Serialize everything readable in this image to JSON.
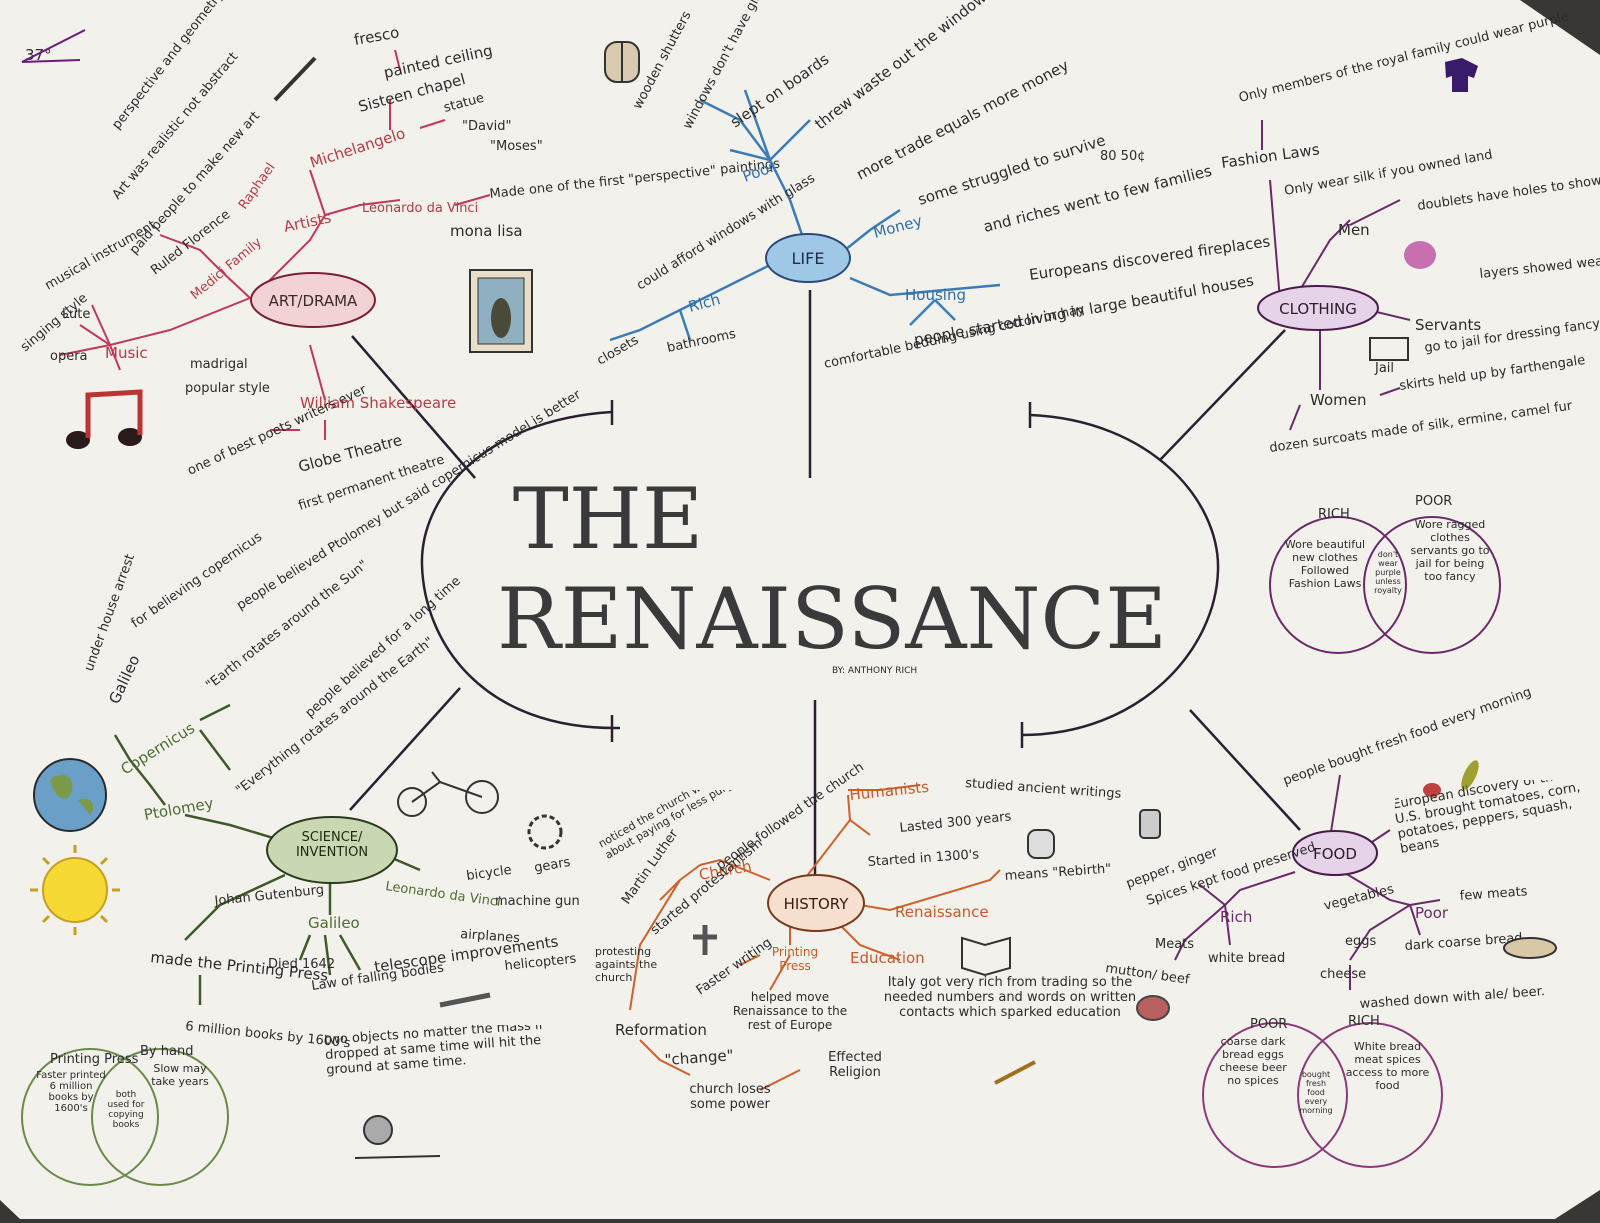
{
  "title": {
    "line1": "THE",
    "line2": "RENAISSANCE",
    "byline": "BY: ANTHONY RICH"
  },
  "art": {
    "hub": "ART/DRAMA",
    "music": "Music",
    "singing": "singing style",
    "lute": "Lute",
    "opera": "opera",
    "musical_instrument": "musical instrument",
    "madrigal": "madrigal",
    "popular_style": "popular style",
    "medici": "Medici Family",
    "ruled_florence": "Ruled Florence",
    "paid_people": "paid people to make new art",
    "art_realistic": "Art was realistic not abstract",
    "perspective": "perspective and geometry made art realistic",
    "artists": "Artists",
    "raphael": "Raphael",
    "michelangelo": "Michelangelo",
    "sisteen": "Sisteen chapel",
    "ceiling": "painted ceiling",
    "fresco": "fresco",
    "statue": "statue",
    "david": "\"David\"",
    "moses": "\"Moses\"",
    "leonardo": "Leonardo da Vinci",
    "made_one": "Made one of the first \"perspective\" paintings",
    "mona_lisa": "mona lisa",
    "shakespeare": "William Shakespeare",
    "best_poets": "one of best poets writers ever",
    "globe": "Globe Theatre",
    "first_permanent": "first permanent theatre",
    "angle": "37°"
  },
  "life": {
    "hub": "LIFE",
    "poor": "Poor",
    "wooden_shutters": "wooden shutters",
    "windows_no_glass": "windows don't have glass",
    "slept_boards": "slept on boards",
    "threw_waste": "threw waste out the window",
    "money": "Money",
    "trade_equals": "more trade equals more money",
    "struggled": "some struggled to survive",
    "riches": "and riches went to few families",
    "rich": "Rich",
    "afford_windows": "could afford windows with glass",
    "closets": "closets",
    "bathrooms": "bathrooms",
    "housing": "Housing",
    "fireplaces": "Europeans discovered fireplaces",
    "bedding": "comfortable bedding using cotton or hay",
    "large_houses": "people started living in large beautiful houses",
    "sign": "80 50¢"
  },
  "clothing": {
    "hub": "CLOTHING",
    "fashion_laws": "Fashion Laws",
    "royal": "Only members of the royal family could wear purple",
    "silk": "Only wear silk if you owned land",
    "men": "Men",
    "doublets": "doublets have holes to show layers",
    "layers": "layers showed wealth",
    "servants": "Servants",
    "jail": "go to jail for dressing fancy",
    "jail_label": "Jail",
    "women": "Women",
    "skirts": "skirts held up by farthengale",
    "surcoats": "dozen surcoats made of silk, ermine, camel fur",
    "venn": {
      "rich_title": "RICH",
      "poor_title": "POOR",
      "rich": "Wore beautiful new clothes Followed Fashion Laws",
      "overlap": "don't wear purple unless royalty",
      "poor": "Wore ragged clothes servants go to jail for being too fancy"
    }
  },
  "science": {
    "hub": "SCIENCE/ INVENTION",
    "ptolomey": "Ptolomey",
    "copernicus": "Copernicus",
    "galileo_top": "Galileo",
    "house_arrest": "under house arrest",
    "for_believing": "for believing copernicus",
    "earth_rotates": "\"Earth rotates around the Sun\"",
    "people_believed_ptolomey": "people believed Ptolomey but said copernicus model is better",
    "people_believed_long": "people believed for a long time",
    "everything_rotates": "\"Everything rotates around the Earth\"",
    "gutenberg": "Johan Gutenburg",
    "printing_press": "made the Printing Press",
    "million_books": "6 million books by 1600's",
    "galileo": "Galileo",
    "died": "Died 1642",
    "law_falling": "Law of falling bodies",
    "telescope": "telescope improvements",
    "two_objects": "two objects no matter the mass if dropped at same time will hit the ground at same time.",
    "leonardo": "Leonardo da Vinci",
    "bicycle": "bicycle",
    "gears": "gears",
    "machine_gun": "machine gun",
    "airplanes": "airplanes",
    "helicopters": "helicopters",
    "venn": {
      "left_title": "Printing Press",
      "right_title": "By hand",
      "left": "Faster printed 6 million books by 1600's",
      "overlap": "both used for copying books",
      "right": "Slow may take years"
    }
  },
  "history": {
    "hub": "HISTORY",
    "humanists": "Humanists",
    "studied": "studied ancient writings",
    "lasted": "Lasted 300 years",
    "started": "Started in 1300's",
    "renaissance": "Renaissance",
    "rebirth": "means \"Rebirth\"",
    "church": "Church",
    "martin_luther": "Martin Luther",
    "noticed": "noticed the church was not right about paying for less purgatory",
    "followed": "people followed the church",
    "protestantism": "started protestantism",
    "protesting": "protesting againts the church",
    "reformation": "Reformation",
    "change": "\"change\"",
    "loses_power": "church loses some power",
    "printing_press": "Printing Press",
    "faster_writing": "Faster writing",
    "helped_move": "helped move Renaissance to the rest of Europe",
    "effected": "Effected Religion",
    "education": "Education",
    "italy": "Italy got very rich from trading so the needed numbers and words on written contacts which sparked education"
  },
  "food": {
    "hub": "FOOD",
    "fresh_food": "people bought fresh food every morning",
    "discovery": "European discovery of the U.S. brought tomatoes, corn, potatoes, peppers, squash, beans",
    "pepper_ginger": "pepper, ginger",
    "spices": "Spices kept food preserved",
    "rich": "Rich",
    "meats": "Meats",
    "mutton": "mutton/ beef",
    "white_bread": "white bread",
    "poor": "Poor",
    "few_meats": "few meats",
    "vegetables": "vegetables",
    "eggs": "eggs",
    "cheese": "cheese",
    "dark_bread": "dark coarse bread",
    "washed": "washed down with ale/ beer.",
    "venn": {
      "poor_title": "POOR",
      "rich_title": "RICH",
      "poor": "coarse dark bread eggs cheese beer no spices",
      "overlap": "bought fresh food every morning",
      "rich": "White bread meat spices access to more food"
    }
  },
  "colors": {
    "art": "#c4375a",
    "life": "#3a7bb8",
    "clothing": "#6a2a6a",
    "science": "#3f5a2a",
    "history": "#d0602a",
    "food": "#6a2a6a"
  }
}
